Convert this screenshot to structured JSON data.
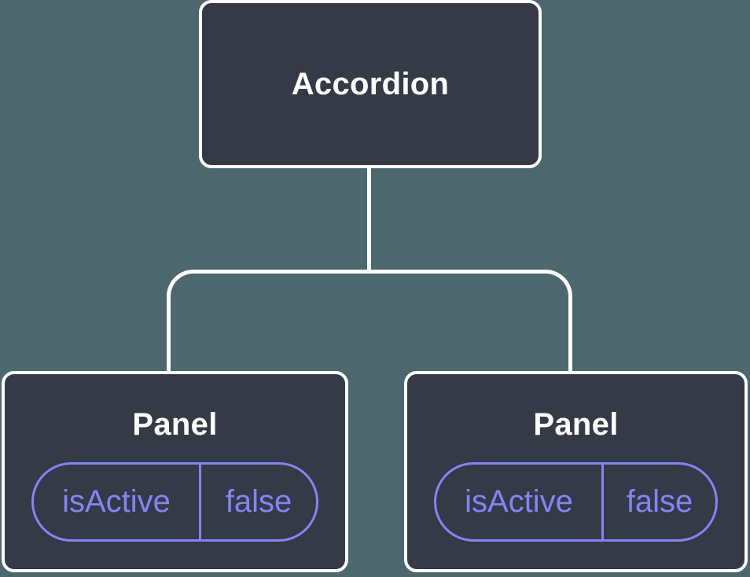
{
  "diagram": {
    "root_node": {
      "label": "Accordion"
    },
    "child_nodes": [
      {
        "label": "Panel",
        "state_pill": {
          "key": "isActive",
          "value": "false"
        }
      },
      {
        "label": "Panel",
        "state_pill": {
          "key": "isActive",
          "value": "false"
        }
      }
    ]
  },
  "colors": {
    "background": "#4D676F",
    "node_fill": "#343A46",
    "node_border": "#FFFFFF",
    "connector_line": "#FFFFFF",
    "node_label_text": "#FFFFFF",
    "state_accent": "#8583F7"
  }
}
